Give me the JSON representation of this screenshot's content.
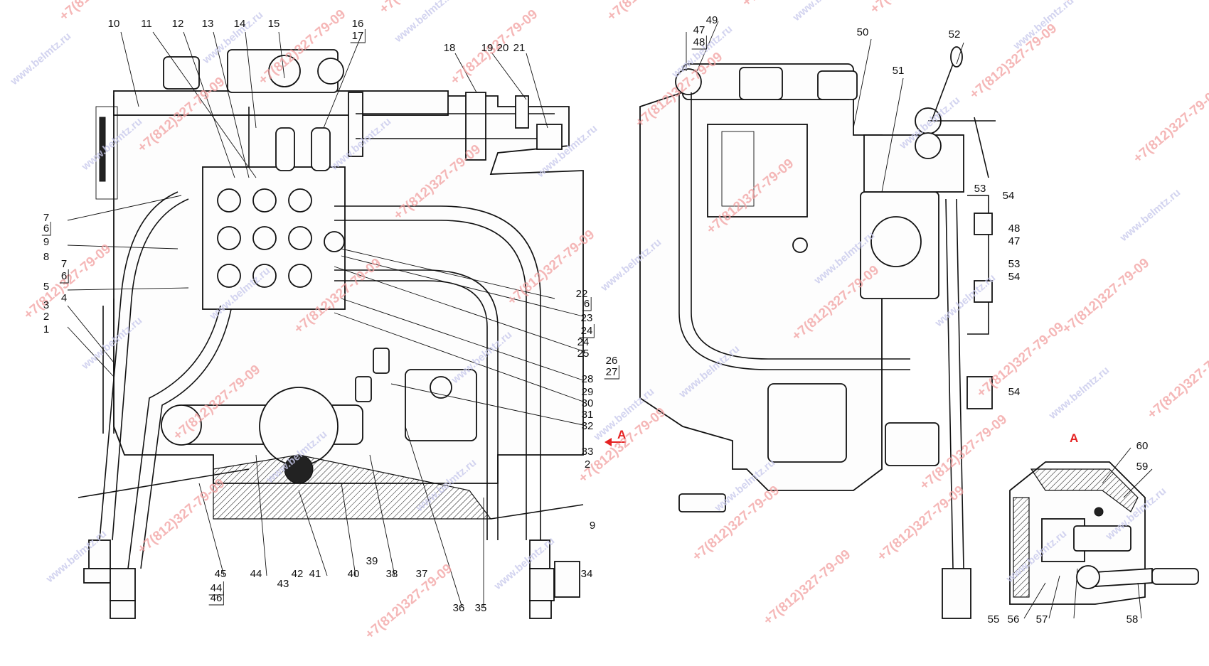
{
  "diagram": {
    "section_marker": "A",
    "detail_title": "A",
    "watermark_phone": "+7(812)327-79-09",
    "watermark_site": "www.belmtz.ru",
    "colors": {
      "line": "#111111",
      "accent": "#e52222",
      "wm_phone": "#f2a0a0",
      "wm_site": "#c8c9ec"
    },
    "labels_top_left": [
      "10",
      "11",
      "12",
      "13",
      "14",
      "15",
      "16",
      "17",
      "18",
      "19",
      "20",
      "21"
    ],
    "labels_left_side": [
      "7",
      "6",
      "9",
      "8",
      "7",
      "6",
      "5",
      "4",
      "3",
      "2",
      "1"
    ],
    "labels_right_of_left_view": [
      "22",
      "6",
      "23",
      "24",
      "24",
      "25",
      "26",
      "27",
      "28",
      "29",
      "30",
      "31",
      "32",
      "33",
      "2",
      "9",
      "34"
    ],
    "labels_bottom_left": [
      "45",
      "44",
      "46",
      "44",
      "43",
      "42",
      "41",
      "40",
      "39",
      "38",
      "37",
      "36",
      "35"
    ],
    "labels_right_view": [
      "47",
      "48",
      "49",
      "50",
      "51",
      "52",
      "53",
      "54",
      "48",
      "47",
      "53",
      "54",
      "54"
    ],
    "labels_detail_a": [
      "60",
      "59",
      "55",
      "56",
      "57",
      "58"
    ]
  }
}
